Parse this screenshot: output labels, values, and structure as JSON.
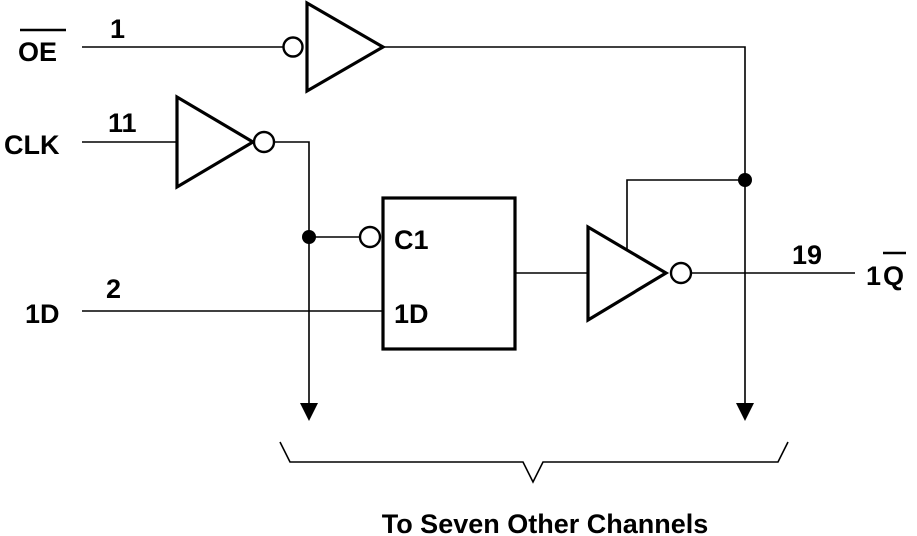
{
  "inputs": {
    "oe": {
      "label": "OE",
      "pin": "1"
    },
    "clk": {
      "label": "CLK",
      "pin": "11"
    },
    "d": {
      "label": "1D",
      "pin": "2"
    }
  },
  "flipflop": {
    "clock_label": "C1",
    "data_label": "1D"
  },
  "output": {
    "label_prefix": "1",
    "label_bar": "Q",
    "pin": "19"
  },
  "footer": {
    "caption": "To Seven Other Channels"
  }
}
